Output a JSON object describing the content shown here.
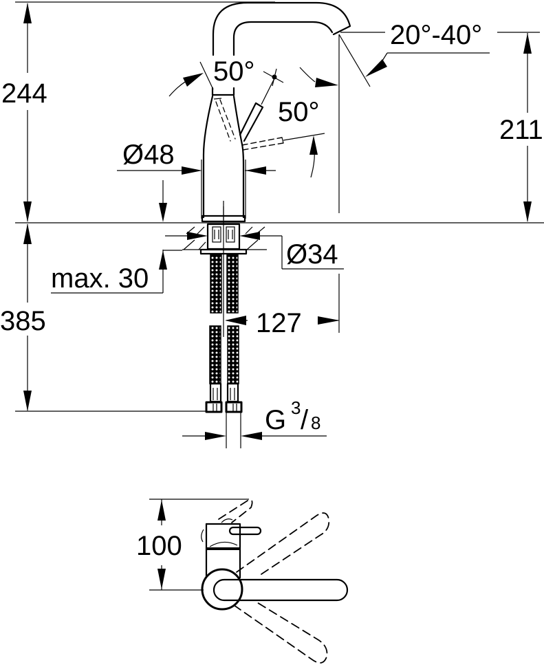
{
  "diagram": {
    "type": "technical-dimension-drawing",
    "subject": "single-lever basin mixer, side and top view",
    "line_color": "#000000",
    "background": "#ffffff",
    "units": "mm",
    "side_view": {
      "dimensions": {
        "total_height": "244",
        "spout_height": "211",
        "body_diameter": "Ø48",
        "hole_diameter": "Ø34",
        "max_counter_thickness": "max. 30",
        "hose_length": "385",
        "spout_reach": "127",
        "connection_thread_main": "G",
        "connection_thread_num": "3",
        "connection_thread_den": "8",
        "lever_angle_top": "50°",
        "lever_angle_side": "50°",
        "spout_tilt_angle": "20°-40°"
      }
    },
    "top_view": {
      "dimensions": {
        "lever_depth": "100"
      }
    }
  }
}
